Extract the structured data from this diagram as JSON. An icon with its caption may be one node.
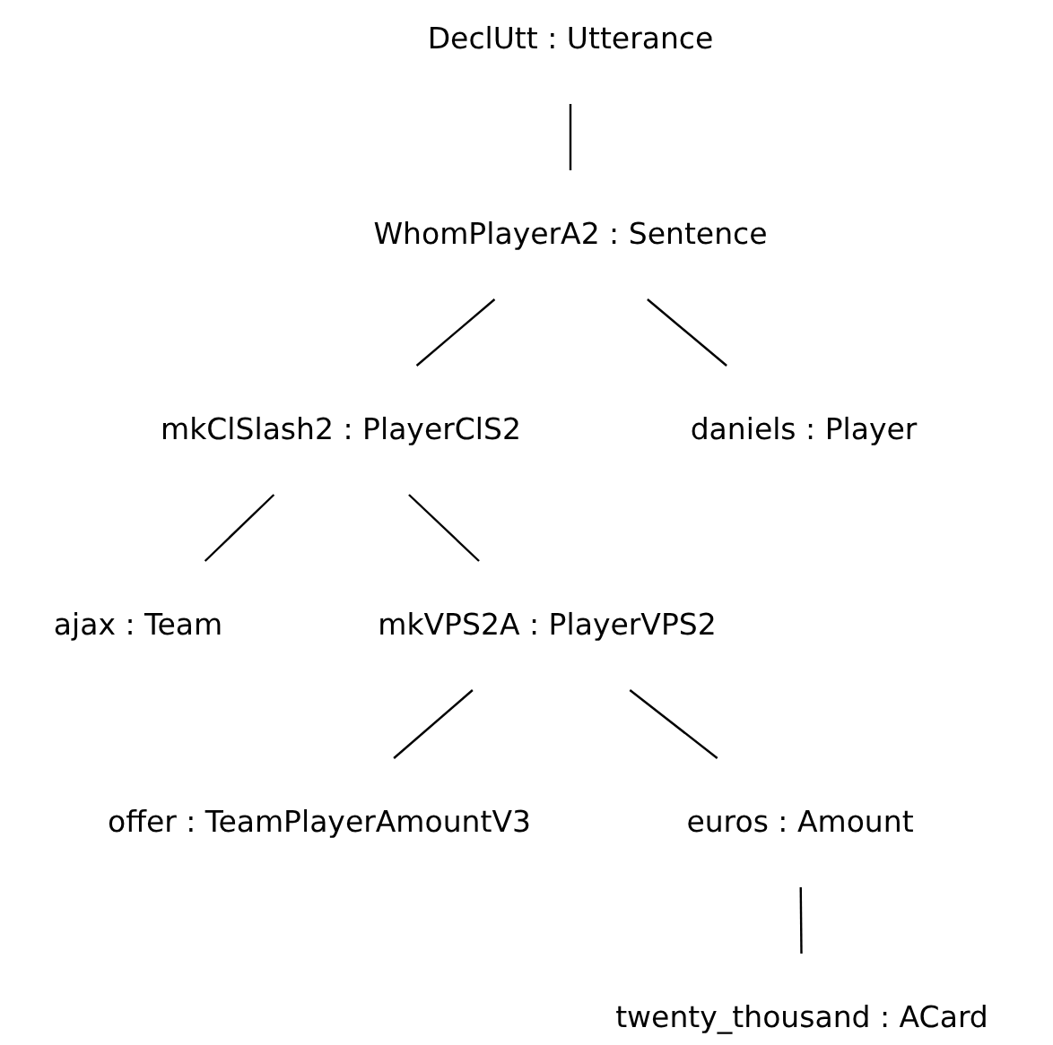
{
  "diagram": {
    "nodes": [
      {
        "text": [
          "DeclUtt : Utterance"
        ]
      },
      {
        "text": [
          "WhomPlayerA2 : Sentence"
        ]
      },
      {
        "text": [
          "mkClSlash2 : PlayerClS2"
        ]
      },
      {
        "text": [
          "daniels : Player"
        ]
      },
      {
        "text": [
          "ajax : Team"
        ]
      },
      {
        "text": [
          "mkVPS2A : PlayerVPS2"
        ]
      },
      {
        "text": [
          "offer : TeamPlayerAmountV3"
        ]
      },
      {
        "text": [
          "euros : Amount"
        ]
      },
      {
        "text": [
          "twenty_thousand : ACard"
        ]
      }
    ],
    "edges": [
      {
        "from": 0,
        "to": 1,
        "arrow": "none"
      },
      {
        "from": 1,
        "to": 2,
        "arrow": "none"
      },
      {
        "from": 1,
        "to": 3,
        "arrow": "none"
      },
      {
        "from": 2,
        "to": 4,
        "arrow": "none"
      },
      {
        "from": 2,
        "to": 5,
        "arrow": "none"
      },
      {
        "from": 5,
        "to": 6,
        "arrow": "none"
      },
      {
        "from": 5,
        "to": 7,
        "arrow": "none"
      },
      {
        "from": 7,
        "to": 8,
        "arrow": "none"
      }
    ]
  }
}
